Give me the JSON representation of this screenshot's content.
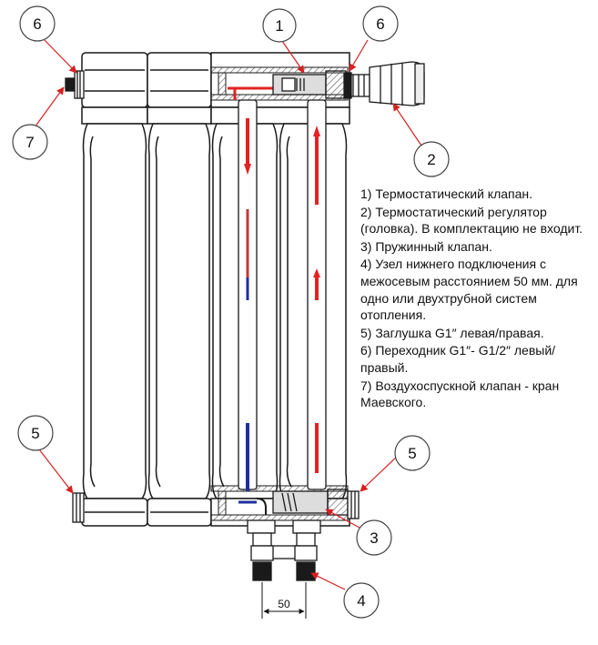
{
  "callouts": [
    {
      "id": "1",
      "label": "1"
    },
    {
      "id": "2",
      "label": "2"
    },
    {
      "id": "3",
      "label": "3"
    },
    {
      "id": "4",
      "label": "4"
    },
    {
      "id": "5",
      "label": "5"
    },
    {
      "id": "6",
      "label": "6"
    },
    {
      "id": "7",
      "label": "7"
    }
  ],
  "dimension": {
    "label": "50"
  },
  "legend": {
    "items": [
      "1) Термостатический клапан.",
      "2) Термостатический регулятор (головка). В комплектацию не входит.",
      "3) Пружинный клапан.",
      "4) Узел нижнего подключения с межосевым расстоянием 50 мм. для одно или двухтрубной систем отопления.",
      "5) Заглушка G1″ левая/правая.",
      "6) Переходник G1″- G1/2″ левый/правый.",
      "7) Воздухоспускной клапан - кран Маевского."
    ]
  },
  "colors": {
    "line": "#1a1a1a",
    "hot_flow": "#e32222",
    "cold_flow": "#1f2f9e",
    "leader": "#d62020",
    "hatch": "#555555"
  }
}
